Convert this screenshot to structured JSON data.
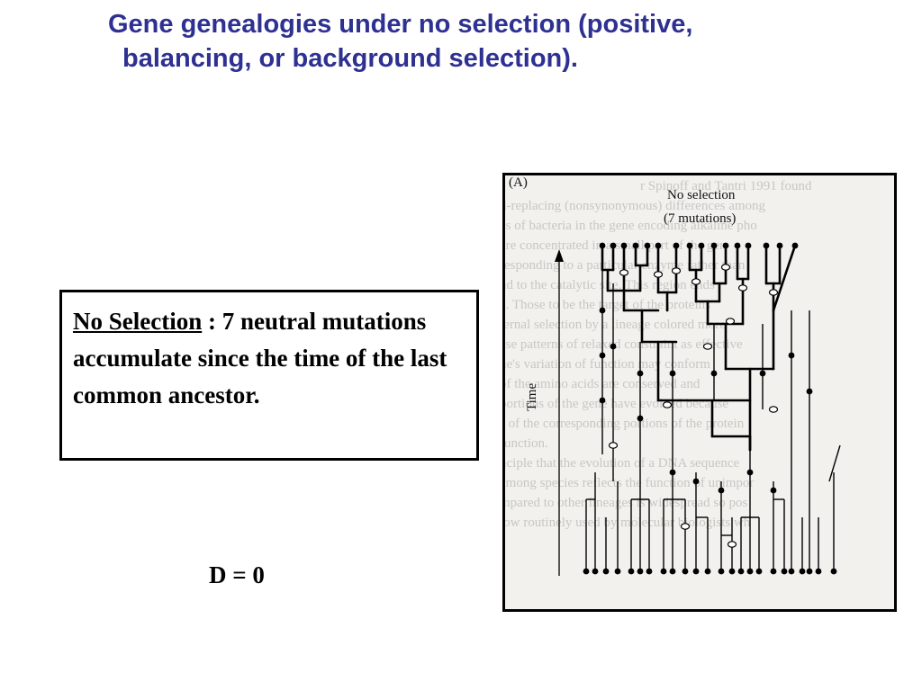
{
  "title": {
    "line1": "Gene genealogies under no selection (positive,",
    "line2": "balancing, or background selection)."
  },
  "textbox": {
    "term": "No Selection",
    "rest": " : 7 neutral mutations accumulate since the time of the last common ancestor."
  },
  "d_value": "D = 0",
  "figure": {
    "panel_label": "(A)",
    "heading_line1": "No selection",
    "heading_line2": "(7 mutations)",
    "axis_label": "Time"
  }
}
